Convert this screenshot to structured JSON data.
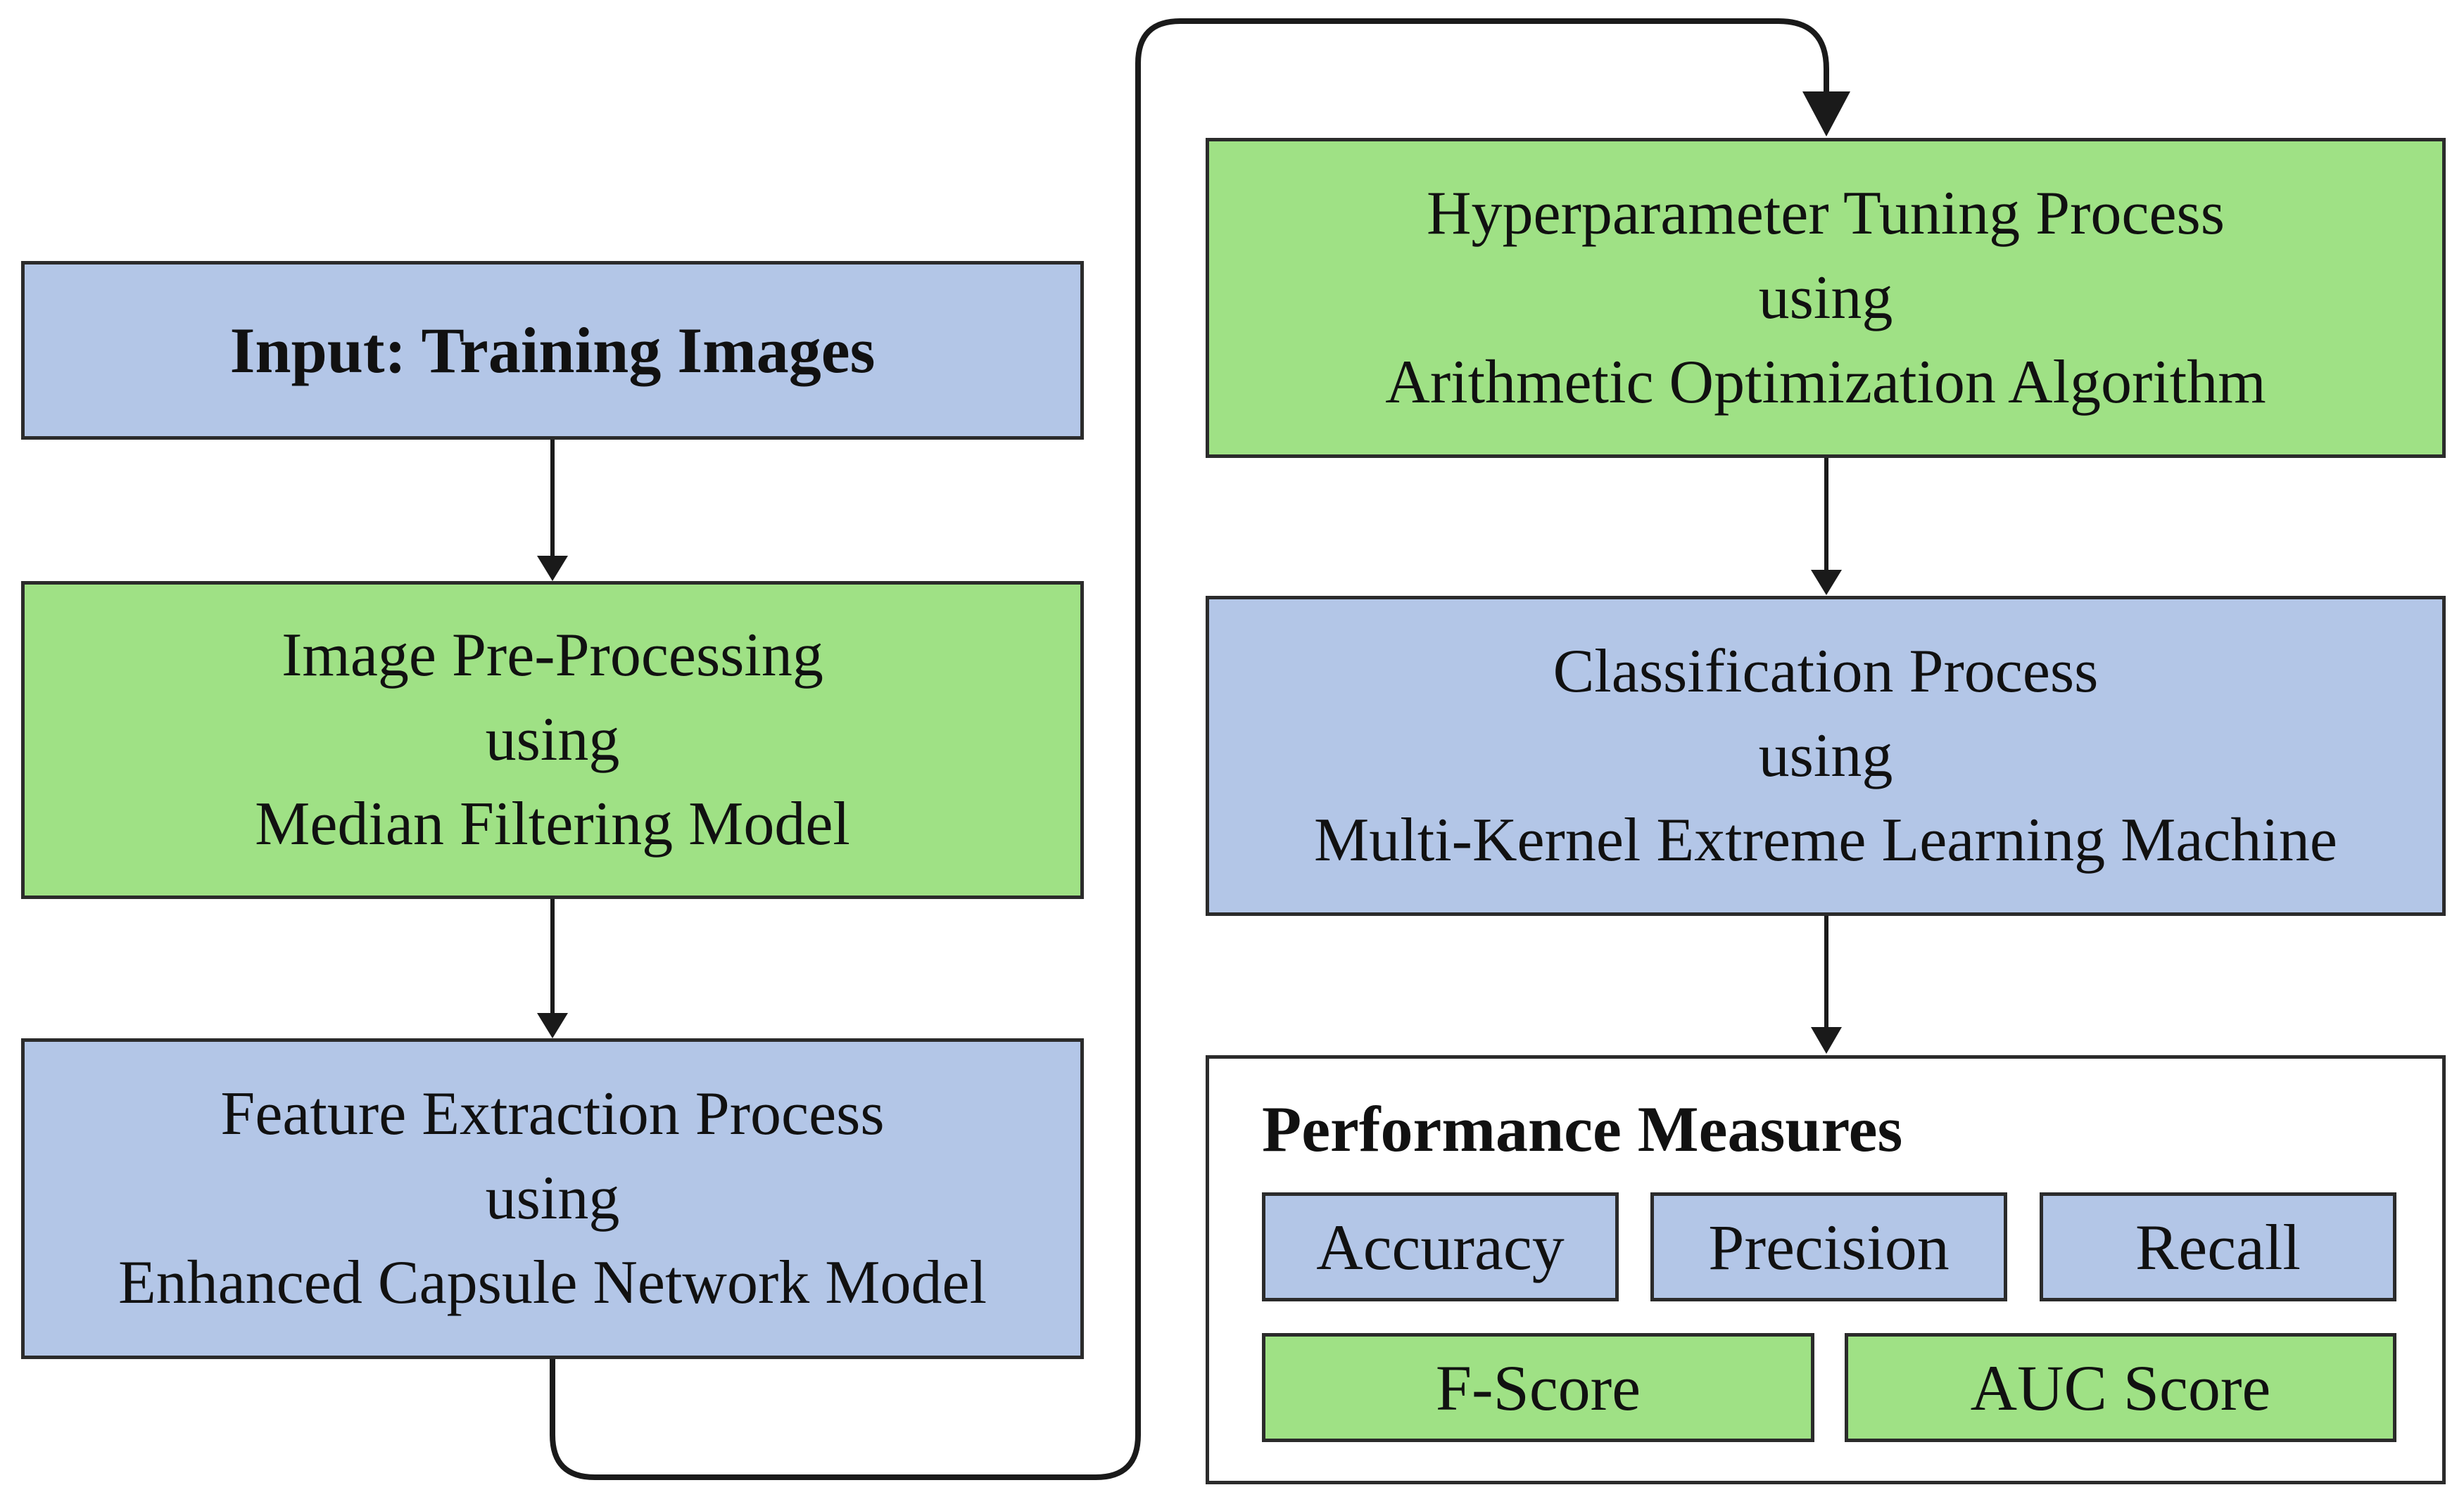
{
  "colors": {
    "blue_box": "#b3c6e7",
    "green_box": "#9fe185",
    "border": "#2b2b2b"
  },
  "input_box": {
    "label": "Input: Training Images"
  },
  "preprocessing_box": {
    "line1": "Image Pre-Processing",
    "line2": "using",
    "line3": "Median Filtering Model"
  },
  "feature_box": {
    "line1": "Feature Extraction Process",
    "line2": "using",
    "line3": "Enhanced Capsule Network Model"
  },
  "tuning_box": {
    "line1": "Hyperparameter Tuning Process",
    "line2": "using",
    "line3": "Arithmetic Optimization Algorithm"
  },
  "classification_box": {
    "line1": "Classification Process",
    "line2": "using",
    "line3": "Multi-Kernel Extreme Learning Machine"
  },
  "performance": {
    "heading": "Performance Measures",
    "metrics": [
      "Accuracy",
      "Precision",
      "Recall",
      "F-Score",
      "AUC Score"
    ]
  }
}
